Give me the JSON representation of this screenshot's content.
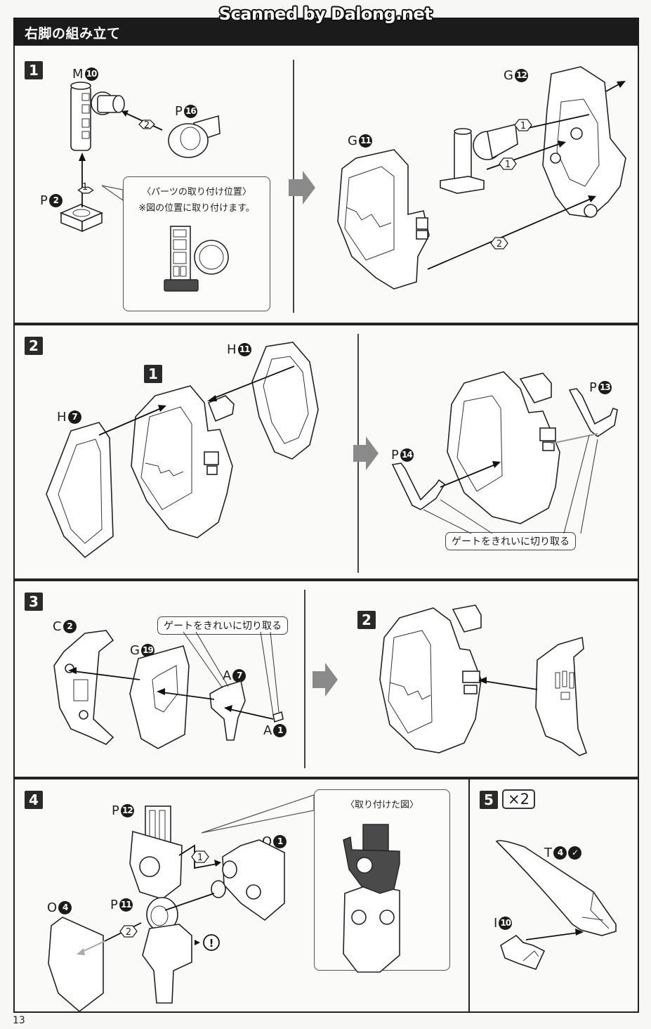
{
  "watermark": "Scanned by Dalong.net",
  "header": {
    "title": "右脚の組み立て"
  },
  "page_number": "13",
  "steps": [
    {
      "number": "1",
      "parts": [
        {
          "letter": "M",
          "number": "10"
        },
        {
          "letter": "P",
          "number": "16"
        },
        {
          "letter": "P",
          "number": "2"
        },
        {
          "letter": "G",
          "number": "11"
        },
        {
          "letter": "G",
          "number": "12"
        }
      ],
      "order_markers": [
        "1",
        "2",
        "1",
        "1",
        "2"
      ],
      "callout": {
        "title": "〈パーツの取り付け位置〉",
        "text": "※図の位置に取り付けます。"
      }
    },
    {
      "number": "2",
      "subassembly_ref": "1",
      "parts": [
        {
          "letter": "H",
          "number": "11"
        },
        {
          "letter": "H",
          "number": "7"
        },
        {
          "letter": "P",
          "number": "13"
        },
        {
          "letter": "P",
          "number": "14"
        }
      ],
      "note": "ゲートをきれいに切り取る"
    },
    {
      "number": "3",
      "subassembly_ref": "2",
      "parts": [
        {
          "letter": "C",
          "number": "2"
        },
        {
          "letter": "G",
          "number": "19"
        },
        {
          "letter": "A",
          "number": "7"
        },
        {
          "letter": "A",
          "number": "1"
        }
      ],
      "note": "ゲートをきれいに切り取る"
    },
    {
      "number": "4",
      "parts": [
        {
          "letter": "P",
          "number": "12"
        },
        {
          "letter": "O",
          "number": "1"
        },
        {
          "letter": "O",
          "number": "4"
        },
        {
          "letter": "P",
          "number": "11"
        }
      ],
      "order_markers": [
        "1",
        "2"
      ],
      "warning_icon": "exclamation-icon",
      "callout": {
        "title": "〈取り付けた図〉"
      }
    },
    {
      "number": "5",
      "multiplier": "×2",
      "parts": [
        {
          "letter": "T",
          "number": "4",
          "extra_icon": "sticker-icon"
        },
        {
          "letter": "I",
          "number": "10"
        }
      ]
    }
  ],
  "colors": {
    "header_bg": "#1b1b1b",
    "step_badge": "#2a2a2a",
    "arrow_fill": "#8a8a8a",
    "highlight_part": "#4a4a4a"
  }
}
